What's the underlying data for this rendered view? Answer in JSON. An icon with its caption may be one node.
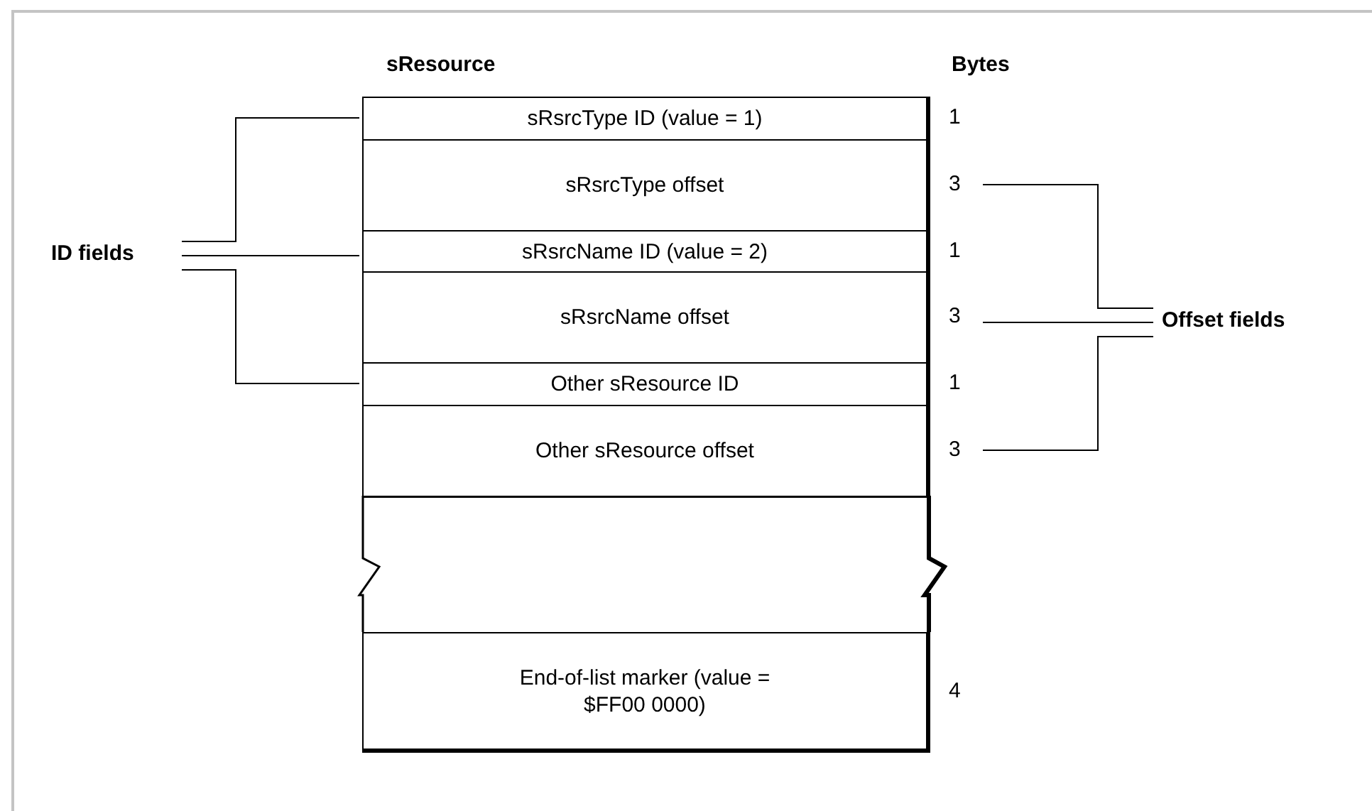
{
  "diagram": {
    "nodes": [
      {
        "text": [
          "sRsrcType ID (value = 1)"
        ],
        "beside": [
          "1"
        ]
      },
      {
        "text": [
          "sRsrcType offset"
        ],
        "beside": [
          "3"
        ]
      },
      {
        "text": [
          "sRsrcName ID (value = 2)"
        ],
        "beside": [
          "1"
        ]
      },
      {
        "text": [
          "sRsrcName offset"
        ],
        "beside": [
          "3"
        ]
      },
      {
        "text": [
          "Other sResource ID"
        ],
        "beside": [
          "1"
        ]
      },
      {
        "text": [
          "Other sResource offset"
        ],
        "beside": [
          "3"
        ]
      },
      {
        "text": [],
        "shape": "box"
      },
      {
        "text": [
          "End-of-list marker (value = $FF00 0000)"
        ],
        "beside": [
          "4"
        ]
      },
      {
        "text": [
          "ID fields"
        ]
      },
      {
        "text": [
          "Offset fields"
        ]
      }
    ],
    "edges": [
      {
        "from": 8,
        "to": 0,
        "arrow": "none"
      },
      {
        "from": 8,
        "to": 2,
        "arrow": "none"
      },
      {
        "from": 8,
        "to": 4,
        "arrow": "none"
      },
      {
        "from": 9,
        "to": 1,
        "arrow": "none"
      },
      {
        "from": 9,
        "to": 3,
        "arrow": "none"
      },
      {
        "from": 9,
        "to": 5,
        "arrow": "none"
      }
    ],
    "labels": [
      "sResource",
      "Bytes"
    ]
  }
}
